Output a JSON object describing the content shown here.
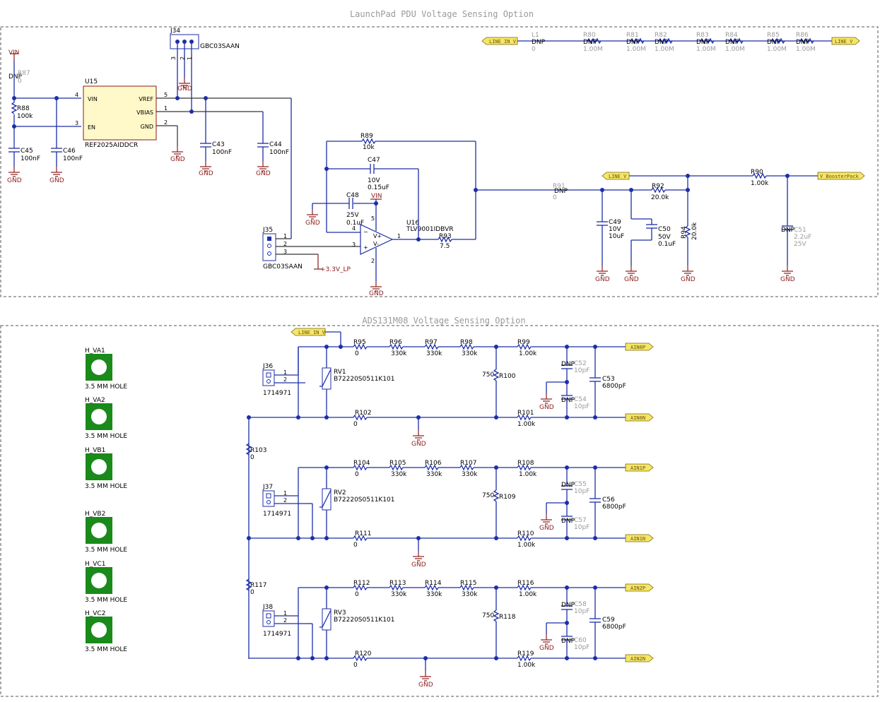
{
  "titles": {
    "top": "LaunchPad PDU Voltage Sensing Option",
    "bottom": "ADS131M08 Voltage Sensing Option"
  },
  "nets": {
    "vin": "VIN",
    "gnd": "GND",
    "p33": "+3.3V_LP",
    "line_in_v": "LINE_IN_V",
    "line_v": "LINE_V",
    "v_boosterpack": "V_BoosterPack",
    "ain0p": "AIN0P",
    "ain0n": "AIN0N",
    "ain1p": "AIN1P",
    "ain1n": "AIN1N",
    "ain2p": "AIN2P",
    "ain2n": "AIN2N"
  },
  "u15": {
    "ref": "U15",
    "part": "REF2025AIDDCR",
    "pins": {
      "vin": "VIN",
      "en": "EN",
      "vref": "VREF",
      "vbias": "VBIAS",
      "gnd": "GND"
    },
    "pin_numbers": {
      "vin": "4",
      "en": "3",
      "vref": "5",
      "vbias": "1",
      "gnd": "2"
    }
  },
  "u16": {
    "ref": "U16",
    "part": "TLV9001IDBVR",
    "pin_in_neg": "4",
    "pin_in_pos": "3",
    "pin_out": "1",
    "pin_vp": "5",
    "pin_vn": "2",
    "vp": "V+",
    "vn": "V-"
  },
  "connectors": {
    "j34": {
      "ref": "J34",
      "part": "GBC03SAAN",
      "p1": "1",
      "p2": "2",
      "p3": "3"
    },
    "j35": {
      "ref": "J35",
      "part": "GBC03SAAN",
      "p1": "1",
      "p2": "2",
      "p3": "3"
    },
    "j36": {
      "ref": "J36",
      "part": "1714971",
      "p1": "1",
      "p2": "2"
    },
    "j37": {
      "ref": "J37",
      "part": "1714971",
      "p1": "1",
      "p2": "2"
    },
    "j38": {
      "ref": "J38",
      "part": "1714971",
      "p1": "1",
      "p2": "2"
    }
  },
  "top_parts": {
    "r87": {
      "ref": "R87",
      "val": "0",
      "dnp": "DNP"
    },
    "r88": {
      "ref": "R88",
      "val": "100k"
    },
    "c45": {
      "ref": "C45",
      "val": "100nF"
    },
    "c46": {
      "ref": "C46",
      "val": "100nF"
    },
    "c43": {
      "ref": "C43",
      "val": "100nF"
    },
    "c44": {
      "ref": "C44",
      "val": "100nF"
    },
    "r89": {
      "ref": "R89",
      "val": "10k"
    },
    "c47": {
      "ref": "C47",
      "v": "10V",
      "val": "0.15uF"
    },
    "c48": {
      "ref": "C48",
      "v": "25V",
      "val": "0.1uF"
    },
    "r93": {
      "ref": "R93",
      "val": "7.5"
    },
    "r91": {
      "ref": "R91",
      "val": "0",
      "dnp": "DNP"
    },
    "c49": {
      "ref": "C49",
      "v": "10V",
      "val": "10uF"
    },
    "c50": {
      "ref": "C50",
      "v": "50V",
      "val": "0.1uF"
    },
    "r92": {
      "ref": "R92",
      "val": "20.0k"
    },
    "r94": {
      "ref": "R94",
      "val": "20.0k"
    },
    "r90": {
      "ref": "R90",
      "val": "1.00k"
    },
    "c51": {
      "ref": "C51",
      "val": "2.2uF",
      "v": "25V",
      "dnp": "DNP"
    }
  },
  "dnp_chain": [
    {
      "ref": "L1",
      "val": "0",
      "dnp": "DNP"
    },
    {
      "ref": "R80",
      "val": "1.00M",
      "dnp": "DNP"
    },
    {
      "ref": "R81",
      "val": "1.00M",
      "dnp": "DNP"
    },
    {
      "ref": "R82",
      "val": "1.00M",
      "dnp": "DNP"
    },
    {
      "ref": "R83",
      "val": "1.00M",
      "dnp": "DNP"
    },
    {
      "ref": "R84",
      "val": "1.00M",
      "dnp": "DNP"
    },
    {
      "ref": "R85",
      "val": "1.00M",
      "dnp": "DNP"
    },
    {
      "ref": "R86",
      "val": "1.00M",
      "dnp": "DNP"
    }
  ],
  "holes": [
    {
      "ref": "H_VA1",
      "label": "3.5 MM HOLE"
    },
    {
      "ref": "H_VA2",
      "label": "3.5 MM HOLE"
    },
    {
      "ref": "H_VB1",
      "label": "3.5 MM HOLE"
    },
    {
      "ref": "H_VB2",
      "label": "3.5 MM HOLE"
    },
    {
      "ref": "H_VC1",
      "label": "3.5 MM HOLE"
    },
    {
      "ref": "H_VC2",
      "label": "3.5 MM HOLE"
    }
  ],
  "channels": [
    {
      "rv": {
        "ref": "RV1",
        "part": "B72220S0511K101"
      },
      "top": [
        {
          "ref": "R95",
          "val": "0"
        },
        {
          "ref": "R96",
          "val": "330k"
        },
        {
          "ref": "R97",
          "val": "330k"
        },
        {
          "ref": "R98",
          "val": "330k"
        },
        {
          "ref": "R99",
          "val": "1.00k"
        }
      ],
      "bot": [
        {
          "ref": "R102",
          "val": "0"
        },
        {
          "ref": "R101",
          "val": "1.00k"
        }
      ],
      "shunt": {
        "ref": "R100",
        "val": "750"
      },
      "cp": {
        "ref": "C52",
        "val": "10pF",
        "dnp": "DNP"
      },
      "cn": {
        "ref": "C54",
        "val": "10pF",
        "dnp": "DNP"
      },
      "cd": {
        "ref": "C53",
        "val": "6800pF"
      }
    },
    {
      "rv": {
        "ref": "RV2",
        "part": "B72220S0511K101"
      },
      "top": [
        {
          "ref": "R104",
          "val": "0"
        },
        {
          "ref": "R105",
          "val": "330k"
        },
        {
          "ref": "R106",
          "val": "330k"
        },
        {
          "ref": "R107",
          "val": "330k"
        },
        {
          "ref": "R108",
          "val": "1.00k"
        }
      ],
      "bot": [
        {
          "ref": "R111",
          "val": "0"
        },
        {
          "ref": "R110",
          "val": "1.00k"
        }
      ],
      "shunt": {
        "ref": "R109",
        "val": "750"
      },
      "cp": {
        "ref": "C55",
        "val": "10pF",
        "dnp": "DNP"
      },
      "cn": {
        "ref": "C57",
        "val": "10pF",
        "dnp": "DNP"
      },
      "cd": {
        "ref": "C56",
        "val": "6800pF"
      }
    },
    {
      "rv": {
        "ref": "RV3",
        "part": "B72220S0511K101"
      },
      "top": [
        {
          "ref": "R112",
          "val": "0"
        },
        {
          "ref": "R113",
          "val": "330k"
        },
        {
          "ref": "R114",
          "val": "330k"
        },
        {
          "ref": "R115",
          "val": "330k"
        },
        {
          "ref": "R116",
          "val": "1.00k"
        }
      ],
      "bot": [
        {
          "ref": "R120",
          "val": "0"
        },
        {
          "ref": "R119",
          "val": "1.00k"
        }
      ],
      "shunt": {
        "ref": "R118",
        "val": "750"
      },
      "cp": {
        "ref": "C58",
        "val": "10pF",
        "dnp": "DNP"
      },
      "cn": {
        "ref": "C60",
        "val": "10pF",
        "dnp": "DNP"
      },
      "cd": {
        "ref": "C59",
        "val": "6800pF"
      }
    }
  ],
  "links": {
    "r103": {
      "ref": "R103",
      "val": "0"
    },
    "r117": {
      "ref": "R117",
      "val": "0"
    }
  }
}
